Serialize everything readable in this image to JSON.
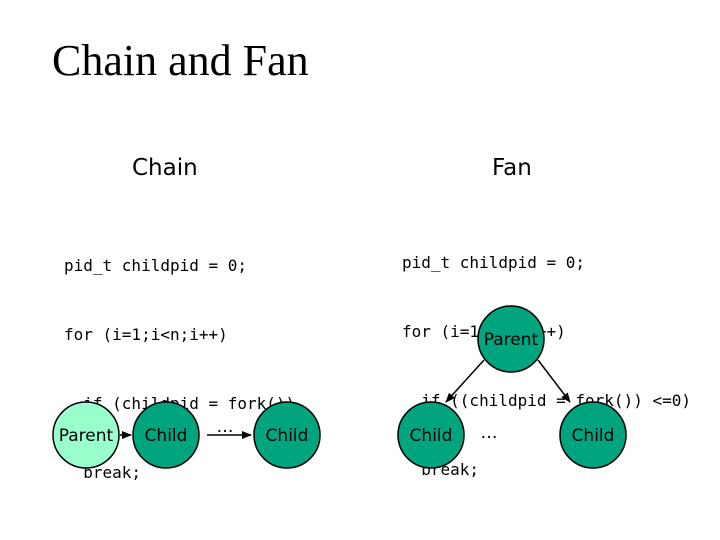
{
  "title": "Chain and Fan",
  "chain": {
    "heading": "Chain",
    "code": [
      "pid_t childpid = 0;",
      "for (i=1;i<n;i++)",
      "  if (childpid = fork())",
      "  break;"
    ],
    "nodes": [
      "Parent",
      "Child",
      "Child"
    ],
    "ellipsis": "…"
  },
  "fan": {
    "heading": "Fan",
    "code": [
      "pid_t childpid = 0;",
      "for (i=1;i<n;i++)",
      "  if ((childpid = fork()) <=0)",
      "  break;"
    ],
    "parent": "Parent",
    "children": [
      "Child",
      "Child"
    ],
    "ellipsis": "…"
  },
  "colors": {
    "parent_fill": "#99ffcc",
    "child_fill": "#00a57f",
    "stroke": "#000000"
  }
}
